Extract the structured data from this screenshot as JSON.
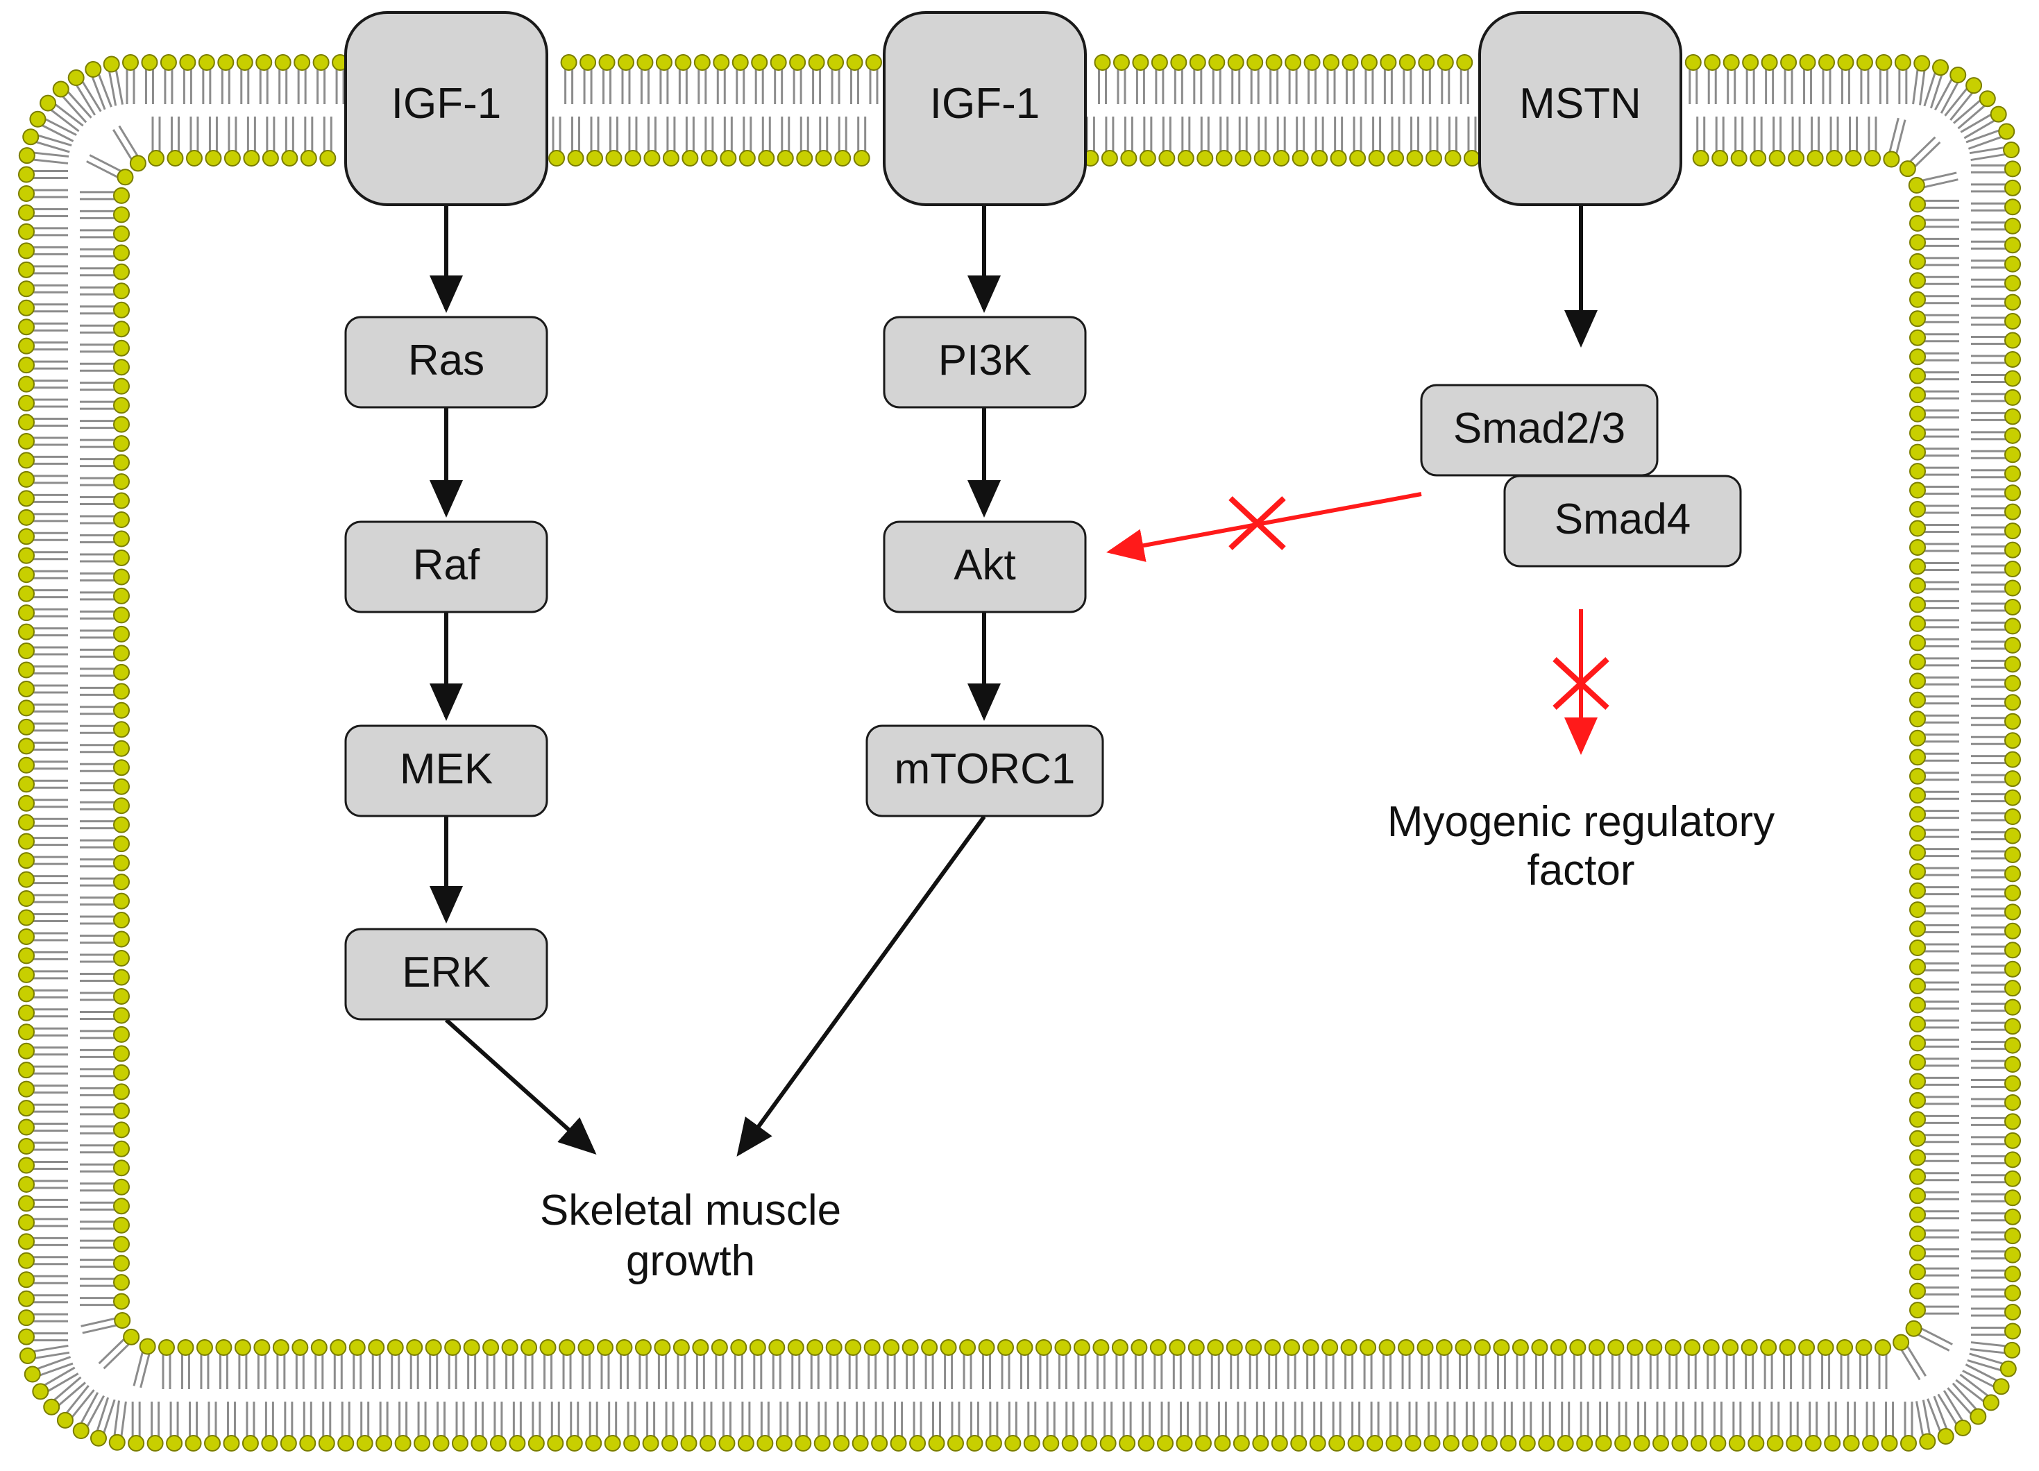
{
  "diagram": {
    "receptors": [
      {
        "id": "igf1-left",
        "label": "IGF-1"
      },
      {
        "id": "igf1-middle",
        "label": "IGF-1"
      },
      {
        "id": "mstn",
        "label": "MSTN"
      }
    ],
    "ras_pathway": {
      "ras": "Ras",
      "raf": "Raf",
      "mek": "MEK",
      "erk": "ERK"
    },
    "pi3k_pathway": {
      "pi3k": "PI3K",
      "akt": "Akt",
      "mtorc1": "mTORC1"
    },
    "smad_pathway": {
      "smad23": "Smad2/3",
      "smad4": "Smad4"
    },
    "outcomes": {
      "growth_line1": "Skeletal muscle",
      "growth_line2": "growth",
      "mrf_line1": "Myogenic regulatory",
      "mrf_line2": "factor"
    },
    "colors": {
      "membrane_head": "#c8cf00",
      "membrane_tail": "#8c8c8c",
      "node_fill": "#d4d4d4",
      "node_stroke": "#1a1a1a",
      "activation": "#111111",
      "inhibition": "#ff1a1a"
    }
  }
}
